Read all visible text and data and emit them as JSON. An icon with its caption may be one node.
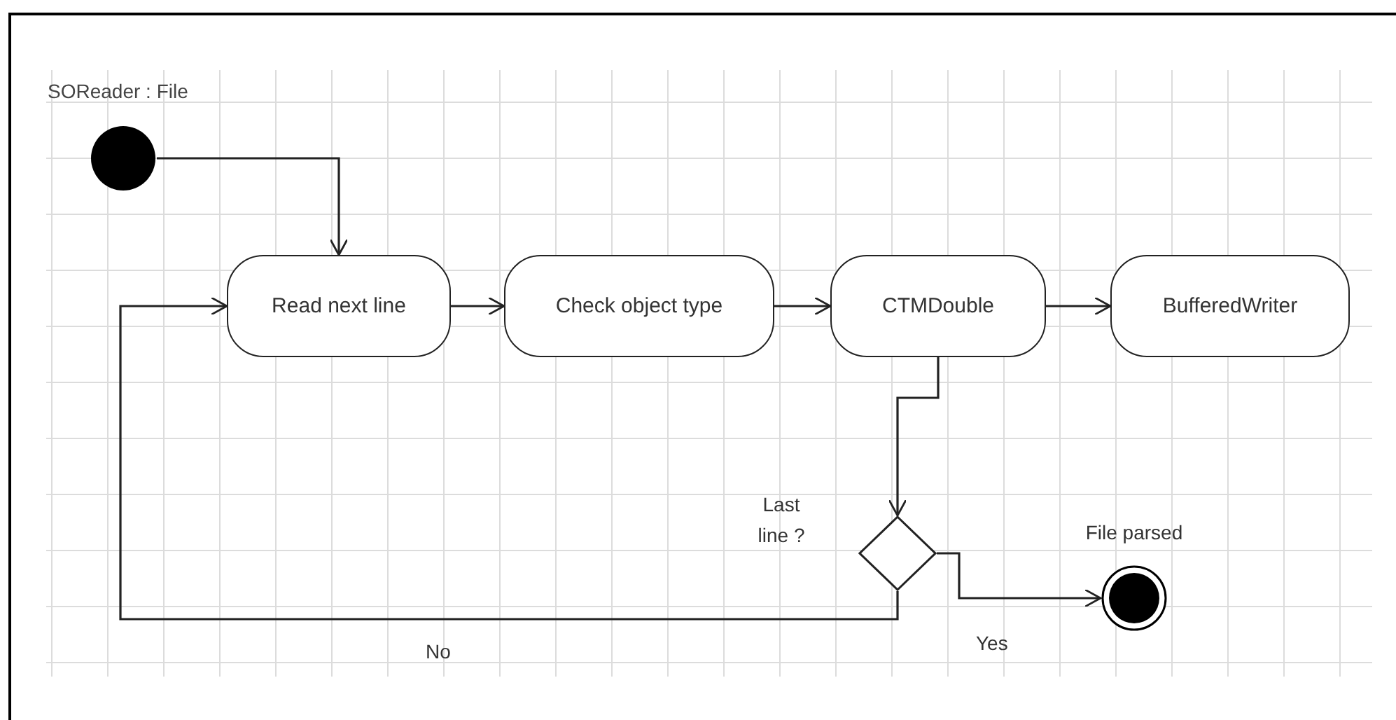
{
  "diagram": {
    "nodes": [
      {
        "text": [],
        "shape": "circle"
      },
      {
        "text": [
          "Read next line"
        ]
      },
      {
        "text": [
          "Check object type"
        ]
      },
      {
        "text": [
          "CTMDouble"
        ]
      },
      {
        "text": [
          "BufferedWriter"
        ]
      },
      {
        "text": [],
        "shape": "diamond",
        "beside": [
          "Last line ?"
        ]
      },
      {
        "text": [],
        "shape": "circle",
        "beside": [
          "File parsed"
        ]
      }
    ],
    "edges": [
      {
        "from": 0,
        "to": 1,
        "arrow": "to"
      },
      {
        "from": 1,
        "to": 2,
        "arrow": "to"
      },
      {
        "from": 2,
        "to": 3,
        "arrow": "to"
      },
      {
        "from": 3,
        "to": 4,
        "arrow": "to"
      },
      {
        "from": 3,
        "to": 5,
        "arrow": "to"
      },
      {
        "from": 5,
        "to": 6,
        "arrow": "to",
        "label": "Yes"
      },
      {
        "from": 5,
        "to": 1,
        "arrow": "to",
        "label": "No"
      }
    ],
    "labels": [
      "SOReader : File"
    ]
  }
}
